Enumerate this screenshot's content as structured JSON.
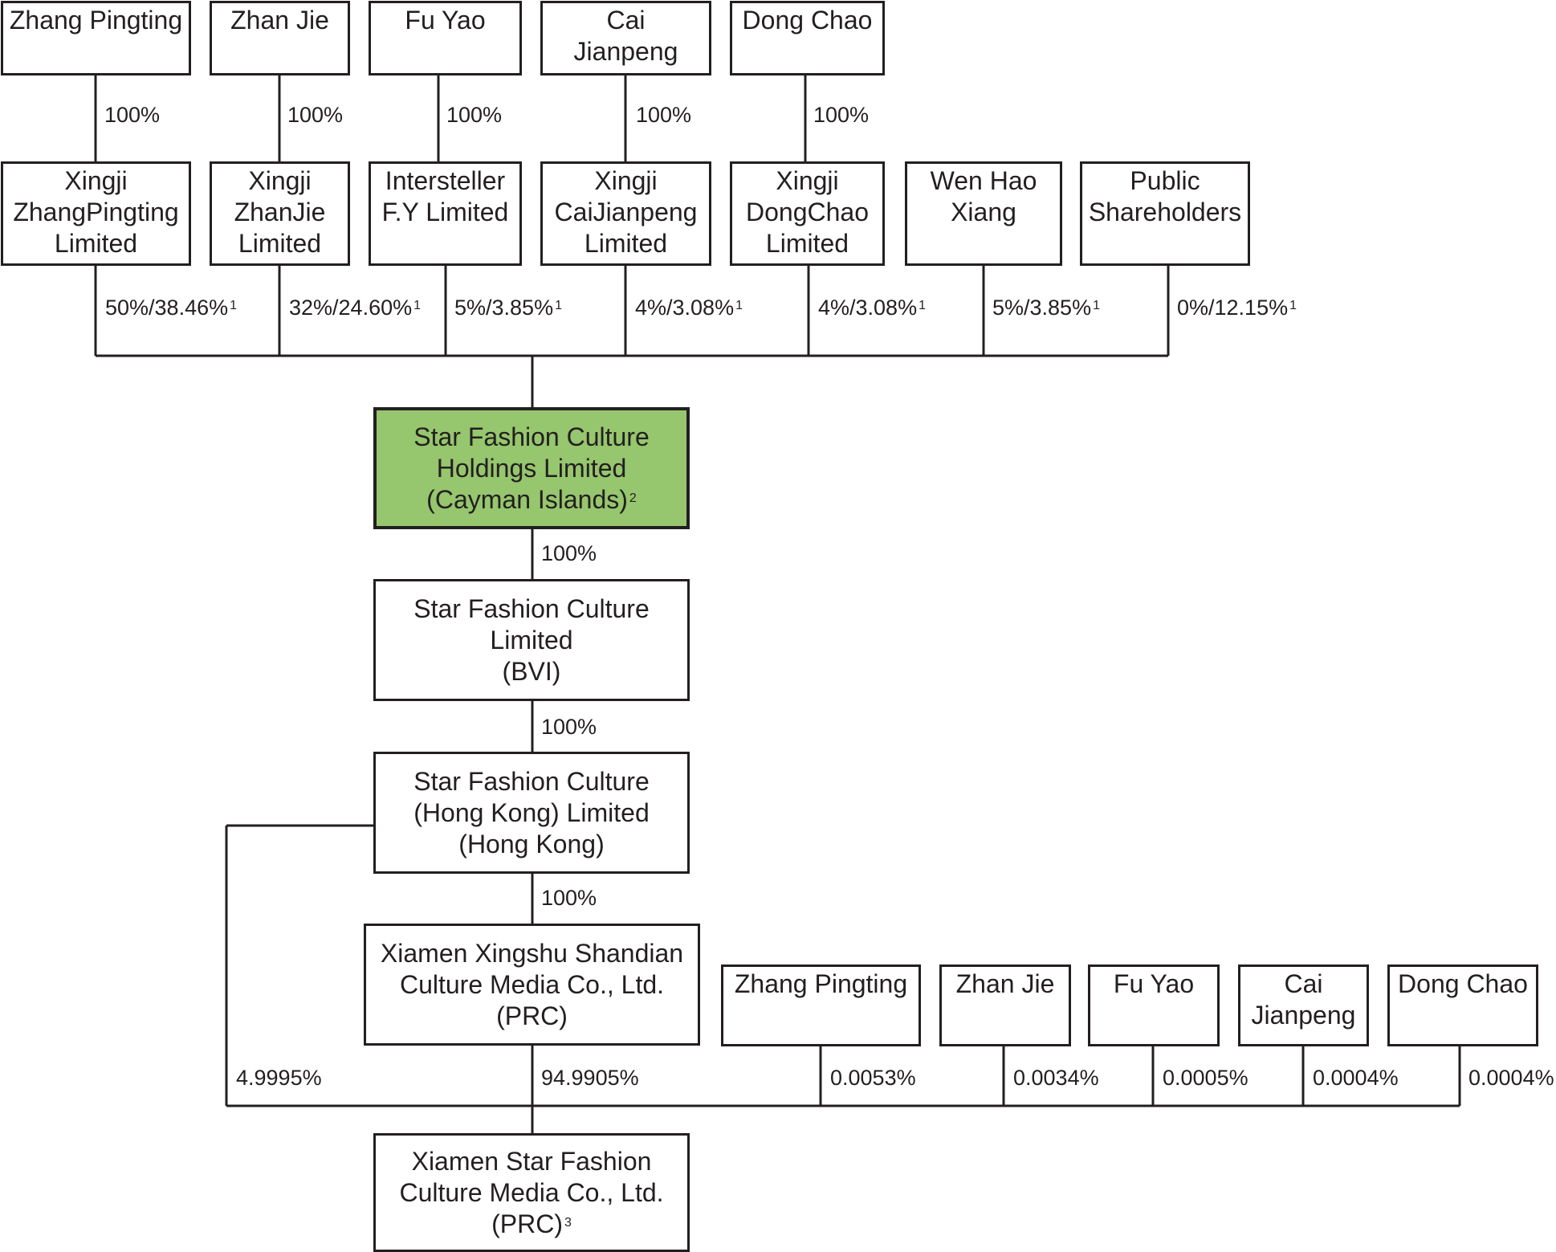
{
  "top_owners": [
    {
      "lines": [
        "Zhang Pingting"
      ],
      "pct": "100%"
    },
    {
      "lines": [
        "Zhan Jie"
      ],
      "pct": "100%"
    },
    {
      "lines": [
        "Fu Yao"
      ],
      "pct": "100%"
    },
    {
      "lines": [
        "Cai",
        "Jianpeng"
      ],
      "pct": "100%"
    },
    {
      "lines": [
        "Dong Chao"
      ],
      "pct": "100%"
    }
  ],
  "shareholders": [
    {
      "lines": [
        "Xingji",
        "ZhangPingting",
        "Limited"
      ],
      "pct": "50%/38.46%",
      "note": "1"
    },
    {
      "lines": [
        "Xingji",
        "ZhanJie",
        "Limited"
      ],
      "pct": "32%/24.60%",
      "note": "1"
    },
    {
      "lines": [
        "Intersteller",
        "F.Y Limited"
      ],
      "pct": "5%/3.85%",
      "note": "1"
    },
    {
      "lines": [
        "Xingji",
        "CaiJianpeng",
        "Limited"
      ],
      "pct": "4%/3.08%",
      "note": "1"
    },
    {
      "lines": [
        "Xingji",
        "DongChao",
        "Limited"
      ],
      "pct": "4%/3.08%",
      "note": "1"
    },
    {
      "lines": [
        "Wen Hao",
        "Xiang"
      ],
      "pct": "5%/3.85%",
      "note": "1"
    },
    {
      "lines": [
        "Public",
        "Shareholders"
      ],
      "pct": "0%/12.15%",
      "note": "1"
    }
  ],
  "holdings": {
    "lines": [
      "Star Fashion Culture",
      "Holdings Limited",
      "(Cayman Islands)"
    ],
    "note": "2",
    "fill": "#96c66d",
    "pct_below": "100%"
  },
  "bvi": {
    "lines": [
      "Star Fashion Culture",
      "Limited",
      "(BVI)"
    ],
    "pct_below": "100%"
  },
  "hk": {
    "lines": [
      "Star Fashion Culture",
      "(Hong Kong) Limited",
      "(Hong Kong)"
    ],
    "pct_below": "100%"
  },
  "xingshu": {
    "lines": [
      "Xiamen Xingshu Shandian",
      "Culture Media Co., Ltd.",
      "(PRC)"
    ]
  },
  "bottom_owners": [
    {
      "lines": [
        "Zhang Pingting"
      ],
      "pct": "0.0053%"
    },
    {
      "lines": [
        "Zhan Jie"
      ],
      "pct": "0.0034%"
    },
    {
      "lines": [
        "Fu Yao"
      ],
      "pct": "0.0005%"
    },
    {
      "lines": [
        "Cai",
        "Jianpeng"
      ],
      "pct": "0.0004%"
    },
    {
      "lines": [
        "Dong Chao"
      ],
      "pct": "0.0004%"
    }
  ],
  "hk_to_target_pct": "4.9995%",
  "xingshu_to_target_pct": "94.9905%",
  "target": {
    "lines": [
      "Xiamen Star Fashion",
      "Culture Media Co., Ltd.",
      "(PRC)"
    ],
    "note": "3"
  }
}
